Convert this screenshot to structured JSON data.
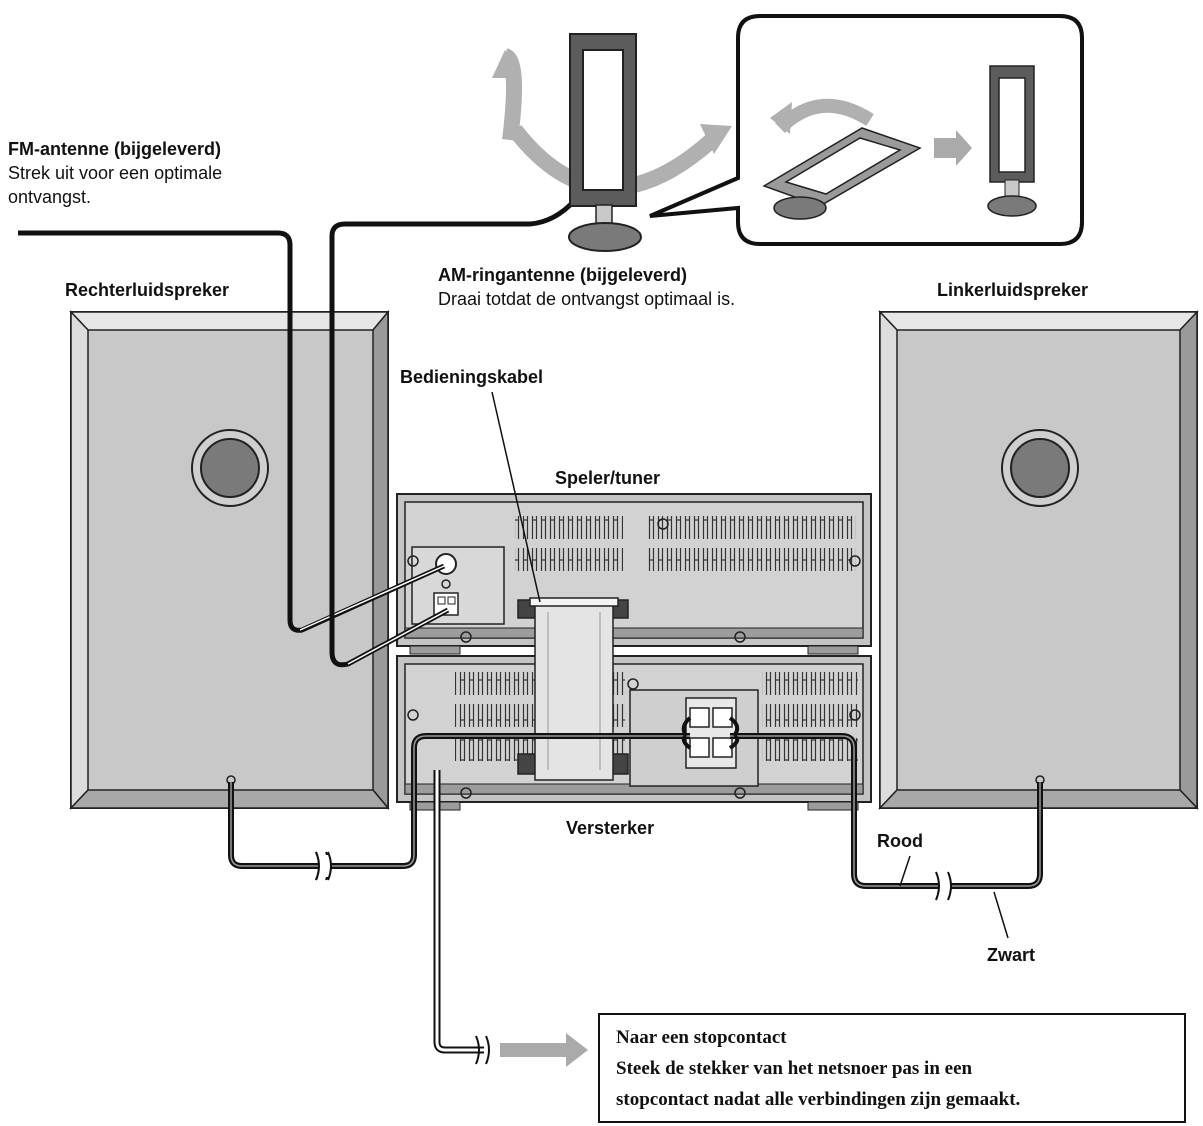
{
  "labels": {
    "fm_title": "FM-antenne (bijgeleverd)",
    "fm_desc_1": "Strek uit voor een optimale",
    "fm_desc_2": "ontvangst.",
    "am_title": "AM-ringantenne (bijgeleverd)",
    "am_desc": "Draai totdat de ontvangst optimaal is.",
    "right_speaker": "Rechterluidspreker",
    "left_speaker": "Linkerluidspreker",
    "control_cable": "Bedieningskabel",
    "player_tuner": "Speler/tuner",
    "amplifier": "Versterker",
    "red": "Rood",
    "black": "Zwart"
  },
  "notice": {
    "line1": "Naar een stopcontact",
    "line2": "Steek de stekker van het netsnoer pas in een",
    "line3": "stopcontact nadat alle verbindingen zijn gemaakt."
  }
}
